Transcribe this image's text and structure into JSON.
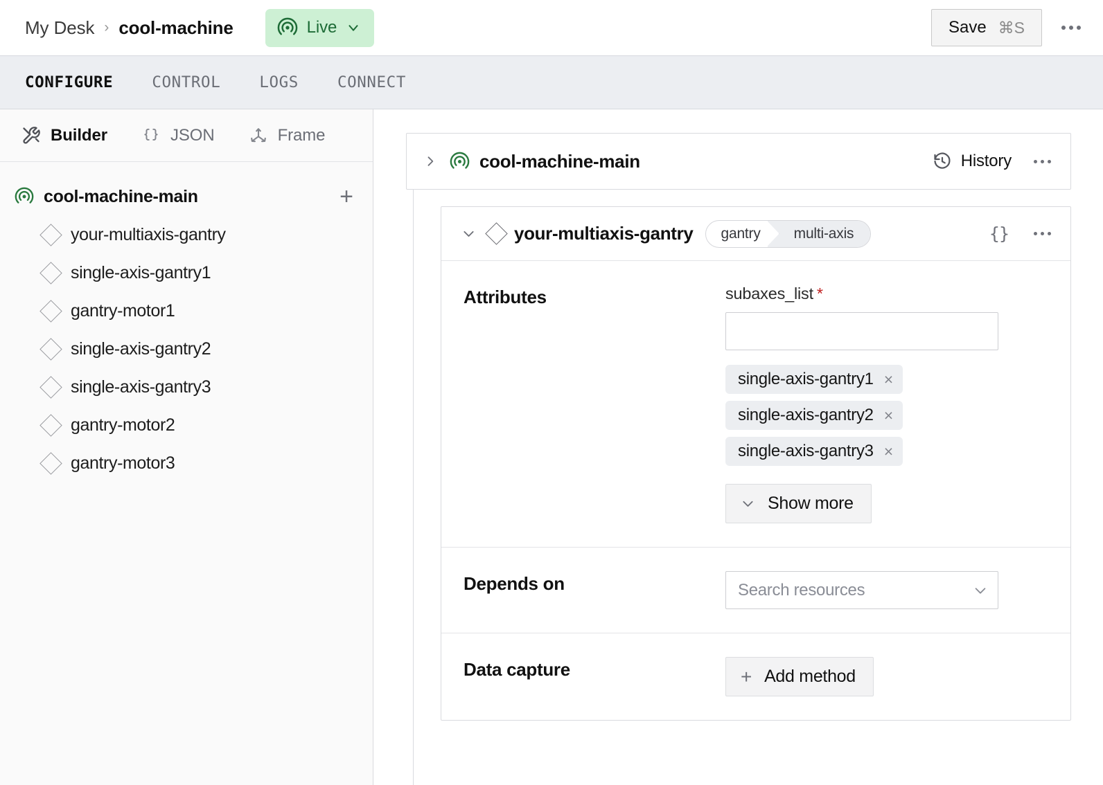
{
  "header": {
    "breadcrumb": {
      "root": "My Desk",
      "separator": "›",
      "current": "cool-machine"
    },
    "status_badge": {
      "icon": "broadcast-icon",
      "label": "Live",
      "chevron": "chevron-down-icon",
      "bg_color": "#cdf0d4",
      "text_color": "#1d6b36"
    },
    "save_button": {
      "label": "Save",
      "shortcut": "⌘S"
    },
    "overflow": "kebab-menu-icon"
  },
  "tabs": [
    {
      "label": "CONFIGURE",
      "active": true
    },
    {
      "label": "CONTROL",
      "active": false
    },
    {
      "label": "LOGS",
      "active": false
    },
    {
      "label": "CONNECT",
      "active": false
    }
  ],
  "sidebar": {
    "view_modes": [
      {
        "label": "Builder",
        "icon": "tools-icon",
        "active": true
      },
      {
        "label": "JSON",
        "icon": "braces-icon",
        "active": false
      },
      {
        "label": "Frame",
        "icon": "axes-icon",
        "active": false
      }
    ],
    "tree": {
      "root": {
        "label": "cool-machine-main",
        "icon": "broadcast-icon",
        "add_label": "+"
      },
      "items": [
        {
          "label": "your-multiaxis-gantry",
          "icon": "diamond-icon"
        },
        {
          "label": "single-axis-gantry1",
          "icon": "diamond-icon"
        },
        {
          "label": "gantry-motor1",
          "icon": "diamond-icon"
        },
        {
          "label": "single-axis-gantry2",
          "icon": "diamond-icon"
        },
        {
          "label": "single-axis-gantry3",
          "icon": "diamond-icon"
        },
        {
          "label": "gantry-motor2",
          "icon": "diamond-icon"
        },
        {
          "label": "gantry-motor3",
          "icon": "diamond-icon"
        }
      ]
    }
  },
  "main": {
    "machine_card": {
      "expand_icon": "chevron-right-icon",
      "icon": "broadcast-icon",
      "name": "cool-machine-main",
      "history_label": "History",
      "history_icon": "history-clock-icon",
      "overflow": "kebab-menu-icon"
    },
    "resource_card": {
      "collapse_icon": "chevron-down-icon",
      "icon": "diamond-icon",
      "name": "your-multiaxis-gantry",
      "type_pill": {
        "api": "gantry",
        "model": "multi-axis"
      },
      "json_icon": "braces-icon",
      "overflow": "kebab-menu-icon",
      "rows": {
        "attributes": {
          "label": "Attributes",
          "attribute_name": "subaxes_list",
          "required_marker": "*",
          "input_value": "",
          "chips": [
            {
              "label": "single-axis-gantry1",
              "remove": "×"
            },
            {
              "label": "single-axis-gantry2",
              "remove": "×"
            },
            {
              "label": "single-axis-gantry3",
              "remove": "×"
            }
          ],
          "show_more_label": "Show more",
          "show_more_icon": "chevron-down-icon"
        },
        "depends_on": {
          "label": "Depends on",
          "placeholder": "Search resources",
          "value": "",
          "chevron": "chevron-down-icon"
        },
        "data_capture": {
          "label": "Data capture",
          "add_method_label": "Add method",
          "add_icon": "plus-icon"
        }
      }
    }
  }
}
